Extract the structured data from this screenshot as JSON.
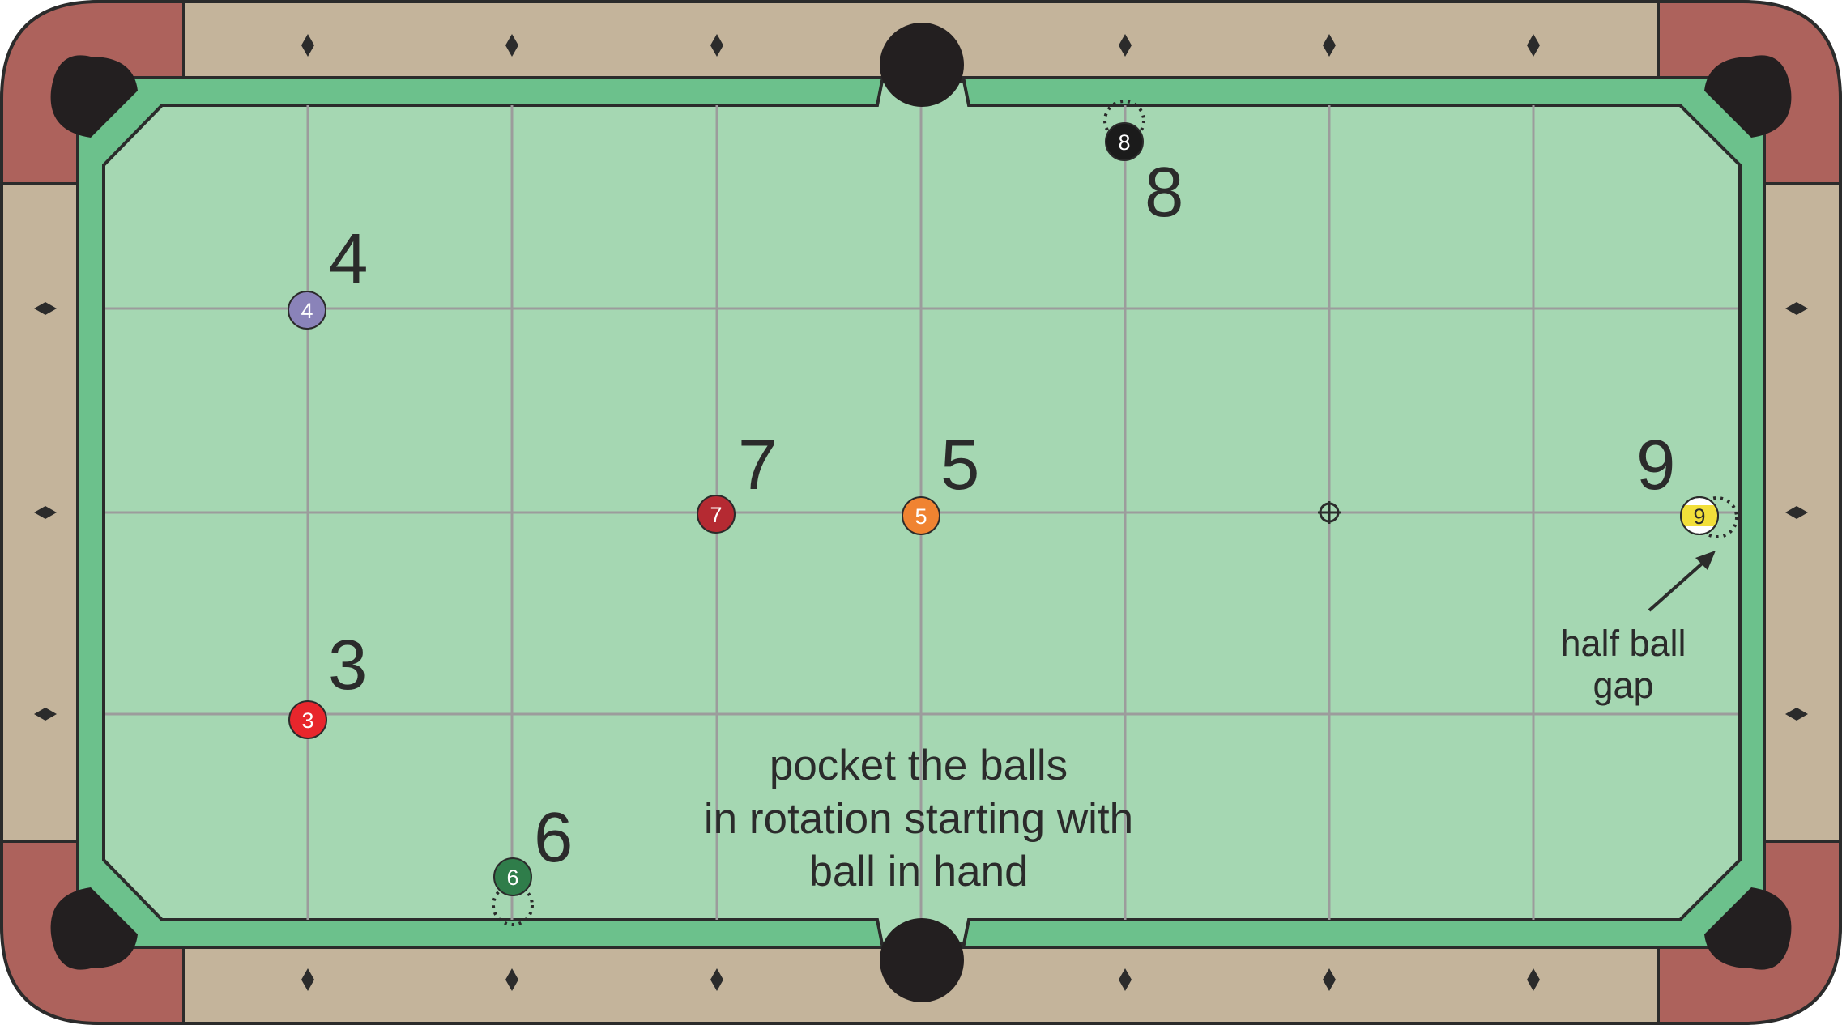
{
  "diagram": {
    "colors": {
      "rail_wood": "#c4b49b",
      "rail_corner": "#ad625c",
      "cushion": "#6cc18c",
      "cloth": "#a5d7b2",
      "grid_line": "#9c9c9c",
      "pocket": "#231f20",
      "outline": "#2b2b2b"
    },
    "balls": [
      {
        "number": "3",
        "label": "3",
        "color": "#e8262c",
        "text_color": "#ffffff",
        "stripe": false
      },
      {
        "number": "4",
        "label": "4",
        "color": "#8a83b9",
        "text_color": "#ffffff",
        "stripe": false
      },
      {
        "number": "5",
        "label": "5",
        "color": "#f08331",
        "text_color": "#ffffff",
        "stripe": false
      },
      {
        "number": "6",
        "label": "6",
        "color": "#2f7d4a",
        "text_color": "#ffffff",
        "stripe": false
      },
      {
        "number": "7",
        "label": "7",
        "color": "#b52a32",
        "text_color": "#ffffff",
        "stripe": false
      },
      {
        "number": "8",
        "label": "8",
        "color": "#1b1b1b",
        "text_color": "#ffffff",
        "stripe": false
      },
      {
        "number": "9",
        "label": "9",
        "color": "#f2df3a",
        "text_color": "#2b2b2b",
        "stripe": true
      }
    ],
    "note_lines": [
      "pocket the balls",
      "in rotation starting with",
      "ball in hand"
    ],
    "gap_note_lines": [
      "half ball",
      "gap"
    ],
    "foot_spot_icon": "crosshair-icon"
  }
}
